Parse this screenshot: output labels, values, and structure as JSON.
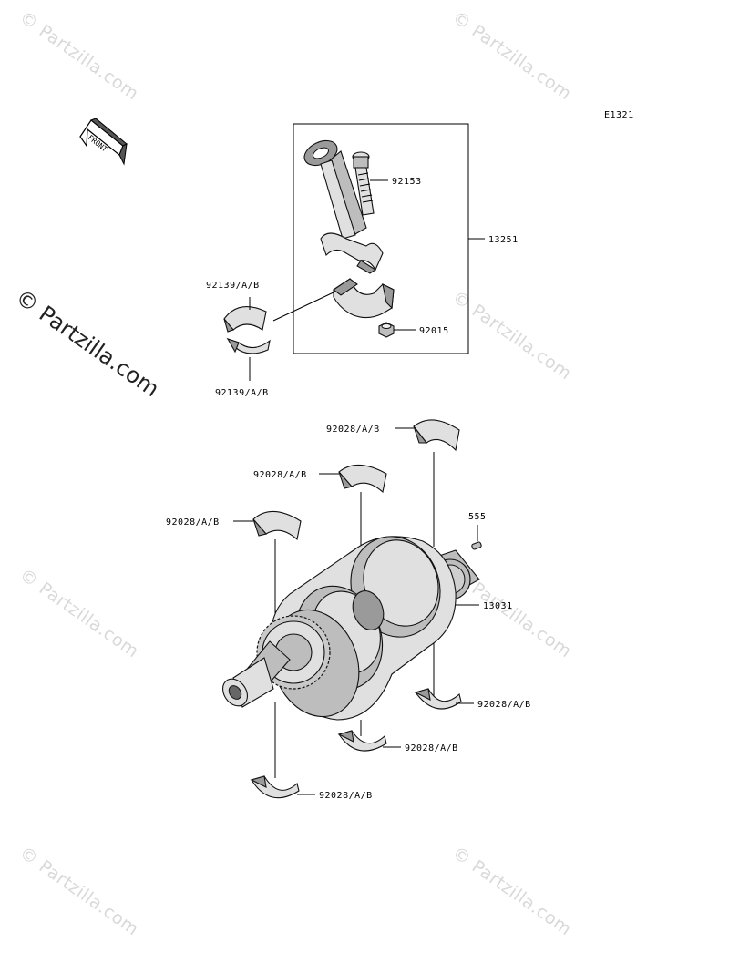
{
  "diagram_code": "E1321",
  "front_label": "FRONT",
  "side_watermark": "© Partzilla.com",
  "watermark_text": "© Partzilla.com",
  "labels": {
    "bolt": "92153",
    "con_rod_assy": "13251",
    "rod_bearing_upper": "92139/A/B",
    "rod_bearing_lower": "92139/A/B",
    "nut": "92015",
    "main_bearing_1": "92028/A/B",
    "main_bearing_2": "92028/A/B",
    "main_bearing_3": "92028/A/B",
    "key": "555",
    "crankshaft": "13031",
    "main_bearing_4": "92028/A/B",
    "main_bearing_5": "92028/A/B",
    "main_bearing_6": "92028/A/B"
  }
}
